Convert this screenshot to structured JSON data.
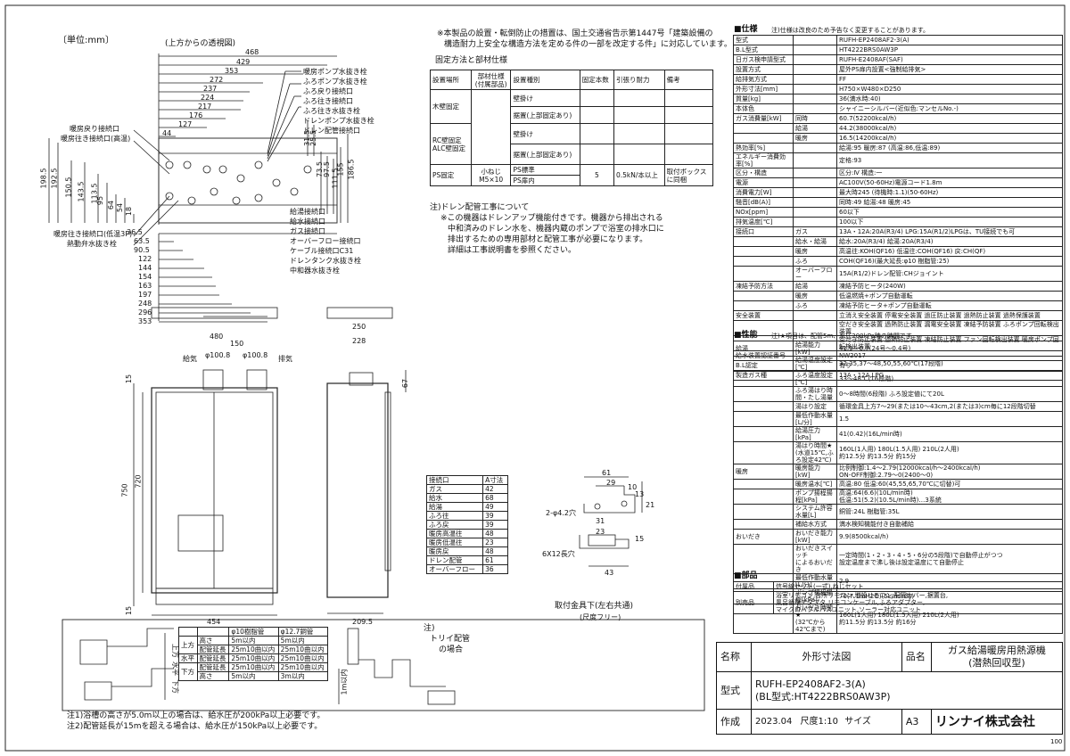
{
  "unit_label": "〔単位:mm〕",
  "top_view": {
    "caption": "(上方からの透視図)",
    "widths": [
      "468",
      "429",
      "353",
      "272",
      "237",
      "224",
      "217",
      "176",
      "127",
      "44"
    ],
    "bottom_widths": [
      "36.5",
      "63.5",
      "90.5",
      "122",
      "144",
      "154",
      "163",
      "197",
      "248",
      "296",
      "353"
    ],
    "side_heights": [
      "198.5",
      "192.5",
      "150.5",
      "143.5",
      "113.5",
      "95",
      "64",
      "54",
      "18"
    ],
    "right_heights": [
      "31.5",
      "25.5",
      "73.5",
      "97.5",
      "111.5",
      "155",
      "186.5",
      "31"
    ],
    "left_labels": [
      "暖房戻り接続口",
      "暖房往き接続口(高温)",
      "暖房往き接続口(低温3P)",
      "熱動弁水抜き栓"
    ],
    "right_labels_top": [
      "暖房ポンプ水抜き栓",
      "ふろポンプ水抜き栓",
      "ふろ戻り接続口",
      "ふろ往き接続口",
      "ふろ往き水抜き栓",
      "ドレンポンプ水抜き栓",
      "ドレン配管接続口"
    ],
    "right_labels_bottom": [
      "給湯接続口",
      "給水接続口",
      "ガス接続口",
      "オーバーフロー接続口",
      "ケーブル接続口C31",
      "ドレンタンク水抜き栓",
      "中和器水抜き栓"
    ]
  },
  "front_view": {
    "top_dims": [
      "480",
      "150"
    ],
    "pipe_labels": [
      "給気",
      "排気"
    ],
    "pipe_dia": [
      "φ100.8",
      "φ100.8"
    ],
    "left_dims": [
      "15",
      "750",
      "720",
      "15"
    ],
    "bottom_dim": "454"
  },
  "side_view": {
    "top_dims": [
      "250",
      "228"
    ],
    "right_dim": "67",
    "bottom_dim": "209.5"
  },
  "notes_top": [
    "※本製品の設置・転倒防止の措置は、国土交通省告示第1447号「建築設備の",
    "構造耐力上安全な構造方法を定める件の一部を改定する件」に対応しています。"
  ],
  "fix_title": "固定方法と部材仕様",
  "fix_table": {
    "headers": [
      "設置場所",
      "部材仕様\n(付属部品)",
      "設置種別",
      "固定本数",
      "引張り耐力",
      "備考"
    ],
    "rows": [
      [
        "木壁固定",
        "",
        "壁掛け",
        "",
        "",
        ""
      ],
      [
        "",
        "",
        "据置(上部固定あり)",
        "",
        "",
        ""
      ],
      [
        "RC壁固定\nALC壁固定",
        "",
        "壁掛け",
        "",
        "",
        ""
      ],
      [
        "",
        "",
        "据置(上部固定あり)",
        "",
        "",
        ""
      ],
      [
        "PS固定",
        "小ねじ\nM5×10",
        "PS標準",
        "",
        "",
        "取付ボックス\nに同梱"
      ],
      [
        "",
        "",
        "PS扉内",
        "5",
        "0.5kN/本以上",
        ""
      ]
    ]
  },
  "drain_note": [
    "注)ドレン配管工事について",
    "※この機器はドレンアップ機能付きです。機器から排出される",
    "中和済みのドレン水を、機器内蔵のポンプで浴室の排水口に",
    "排出するための専用部材と配管工事が必要になります。",
    "詳細は工事説明書を参照ください。"
  ],
  "connection_table": {
    "headers": [
      "接続口",
      "A寸法"
    ],
    "rows": [
      [
        "ガス",
        "42"
      ],
      [
        "給水",
        "68"
      ],
      [
        "給湯",
        "49"
      ],
      [
        "ふろ往",
        "39"
      ],
      [
        "ふろ戻",
        "39"
      ],
      [
        "暖房高温往",
        "48"
      ],
      [
        "暖房低温往",
        "23"
      ],
      [
        "暖房戻",
        "48"
      ],
      [
        "ドレン配管",
        "61"
      ],
      [
        "オーバーフロー",
        "36"
      ]
    ]
  },
  "bracket": {
    "dims": [
      "61",
      "29",
      "10",
      "13",
      "21",
      "31",
      "23",
      "15",
      "43"
    ],
    "holes": [
      "2-φ4.2穴",
      "6X12長穴"
    ],
    "caption": "取付金具下(左右共通)",
    "subcaption": "(尺度フリー)"
  },
  "piping_table": {
    "headers": [
      "",
      "",
      "φ10樹脂管",
      "φ12.7銅管"
    ],
    "rows": [
      [
        "上方",
        "高さ",
        "5m以内",
        "5m以内"
      ],
      [
        "",
        "配管延長",
        "25m10曲以内",
        "25m10曲以内"
      ],
      [
        "水平",
        "配管延長",
        "25m10曲以内",
        "25m10曲以内"
      ],
      [
        "下方",
        "配管延長",
        "25m10曲以内",
        "25m10曲以内"
      ],
      [
        "",
        "高さ",
        "5m以内",
        "3m以内"
      ]
    ],
    "notes": [
      "注1)浴槽の高さが5.0m以上の場合は、給水圧が200kPa以上必要です。",
      "注2)配管延長が15mを超える場合は、給水圧が150kPa以上必要です。"
    ],
    "side_labels": [
      "上方",
      "水平",
      "下方"
    ],
    "trap_note": [
      "注)",
      "トリイ配管",
      "の場合"
    ],
    "dim_1m": "1m以内"
  },
  "spec": {
    "title": "■仕様",
    "subtitle": "注)仕様は改良のため予告なく変更することがあります。",
    "rows": [
      [
        "型式",
        "",
        "RUFH-EP2408AF2-3(A)"
      ],
      [
        "B.L型式",
        "",
        "HT4222BRS0AW3P"
      ],
      [
        "日ガス検申請型式",
        "",
        "RUFH-E2408AF(SAF)"
      ],
      [
        "設置方式",
        "",
        "屋外PS扉内設置<強制給排気>"
      ],
      [
        "給排気方式",
        "",
        "FF"
      ],
      [
        "外形寸法[mm]",
        "",
        "H750×W480×D250"
      ],
      [
        "質量[kg]",
        "",
        "36(満水時:40)"
      ],
      [
        "本体色",
        "",
        "シャイニーシルバー(近似色:マンセルNo.-)"
      ],
      [
        "ガス消費量[kW]",
        "同時",
        "60.7(52200kcal/h)"
      ],
      [
        "",
        "給湯",
        "44.2(38000kcal/h)"
      ],
      [
        "",
        "暖房",
        "16.5(14200kcal/h)"
      ],
      [
        "熱効率[%]",
        "",
        "給湯:95 暖房:87 (高温:86,低温:89)"
      ],
      [
        "エネルギー消費効率[%]",
        "",
        "定格:93"
      ],
      [
        "区分・構造",
        "",
        "区分:Ⅳ 構造:一"
      ],
      [
        "電源",
        "",
        "AC100V(50-60Hz)電源コード1.8m"
      ],
      [
        "消費電力[W]",
        "",
        "最大時245 (待機時:1.1)(50-60Hz)"
      ],
      [
        "騒音[dB(A)]",
        "",
        "同時:49 給湯:48 暖房:45"
      ],
      [
        "NOx[ppm]",
        "",
        "60以下"
      ],
      [
        "排気温度[℃]",
        "",
        "100以下"
      ],
      [
        "接続口",
        "ガス",
        "13A・12A:20A(R3/4) LPG:15A(R1/2)LPGは、TU接続でも可"
      ],
      [
        "",
        "給水・給湯",
        "給水:20A(R3/4) 給湯:20A(R3/4)"
      ],
      [
        "",
        "暖房",
        "高温往:KOH(QF16) 低温往:COH(QF16) 戻:CH(QF)"
      ],
      [
        "",
        "ふろ",
        "COH(QF16)(最大延長:φ10 樹脂管:25)"
      ],
      [
        "",
        "オーバーフロー",
        "15A(R1/2)ドレン配管:CHジョイント"
      ],
      [
        "凍結予防方法",
        "給湯",
        "凍結予防ヒータ(240W)"
      ],
      [
        "",
        "暖房",
        "低温燃焼+ポンプ自動運転"
      ],
      [
        "",
        "ふろ",
        "凍結予防ヒータ+ポンプ自動運転"
      ],
      [
        "安全装置",
        "",
        "立消え安全装置 停電安全装置 過圧防止装置 過熱防止装置 過熱保護装置"
      ],
      [
        "",
        "",
        "空だき安全装置 過熱防止装置 漏電安全装置 凍結予防装置 ふろポンプ回転検出装置"
      ],
      [
        "",
        "",
        "空だき防止装置 過熱防止装置 凍結防止装置 ファン回転検出装置 暖房ポンプ回転検出装置"
      ],
      [
        "給水装置認証番号",
        "",
        "NW2017"
      ],
      [
        "B.L認定",
        "",
        "有り"
      ],
      [
        "製造ガス種",
        "",
        "13A・12A,LPG"
      ]
    ]
  },
  "perf": {
    "title": "■性能",
    "subtitle": "注)★項目は、配管5m、水圧200kPa時の時間です",
    "rows": [
      [
        "給湯",
        "給湯能力[kW]",
        "41.9〜0.7(24号〜0.4号)"
      ],
      [
        "",
        "給湯温度設定[℃]",
        "32,35,37〜48,50,55,60℃(17段階)"
      ],
      [
        "",
        "ふろ温度設定[℃]",
        "33〜48℃(16段階)"
      ],
      [
        "",
        "ふろ湯はり時間・たし湯量",
        "0〜8時間(6段階) ふろ設定値にて20L"
      ],
      [
        "",
        "湯はり設定",
        "循環金具上方7〜29(または10〜43cm,2(または3)cm毎に12段階切替"
      ],
      [
        "",
        "最低作動水量[L/分]",
        "1.5"
      ],
      [
        "",
        "給湯圧力[kPa]",
        "41(0.42)(16L/min時)"
      ],
      [
        "",
        "湯はり時間★\n(水道15℃,ふろ設定42℃)",
        "160L(1人用) 180L(1.5人用) 210L(2人用)\n約12.5分 約13.5分 約15分"
      ],
      [
        "暖房",
        "暖房能力[kW]",
        "比例制御:1.4〜2.79(12000kcal/h〜2400kcal/h)\nON-OFF制御:2.79〜0(2400〜0)"
      ],
      [
        "",
        "暖房温水[℃]",
        "高温:80 低温:60(45,55,65,70℃に切替)可"
      ],
      [
        "",
        "ポンプ揚程揚程[kPa]",
        "高温:64(6.6)(10L/min時)\n低温:51(5.2)(10.5L/min時)…3系統"
      ],
      [
        "",
        "システム許容水量[L]",
        "銅管:24L 樹脂管:35L"
      ],
      [
        "",
        "補給水方式",
        "満水検知機能付き自動補給"
      ],
      [
        "おいだき",
        "おいだき能力[kW]",
        "9.9(8500kcal/h)"
      ],
      [
        "",
        "おいだきスイッチ\nによるおいだき",
        "一定時間(1・2・3・4・5・6分の5段階)で自動停止がつつ\n設定温度まで沸し後は設定温度にて自動停止"
      ],
      [
        "",
        "最低作動水量[L/分]",
        "2.9"
      ],
      [
        "",
        "ポンプ揚程揚程[kPa]",
        "70(7.1mH2O)(5L/min時)"
      ],
      [
        "",
        "おいだき時間★\n(32℃から42℃まで)",
        "160L(1人用) 180L(1.5人用) 210L(2人用)\n約11.5分 約13.5分 約16分"
      ]
    ]
  },
  "parts": {
    "title": "■部品",
    "rows": [
      [
        "付属品",
        "信号線セット(一式),ねじセット"
      ],
      [
        "別売品",
        "浴室リモコン,台所リモコン,増設リモコン,配管カバー,据置台,\n風呂循環アダプタ,リモコンケーブル,ふろアダプター,\nマイクロバブルバスユニット,ソーラー対応ユニット"
      ]
    ]
  },
  "title_block": {
    "name_label": "名称",
    "name_value": "外形寸法図",
    "product_label": "品名",
    "product_value": "ガス給湯暖房用熱源機\n(潜熱回収型)",
    "model_label": "型式",
    "model_value": "RUFH-EP2408AF2-3(A)\n(BL型式:HT4222BRS0AW3P)",
    "made_label": "作成",
    "made_value": "2023.04",
    "scale_label": "尺度",
    "scale_value": "1:10",
    "size_label": "サイズ",
    "size_value": "A3",
    "company": "リンナイ株式会社",
    "page": "100"
  }
}
